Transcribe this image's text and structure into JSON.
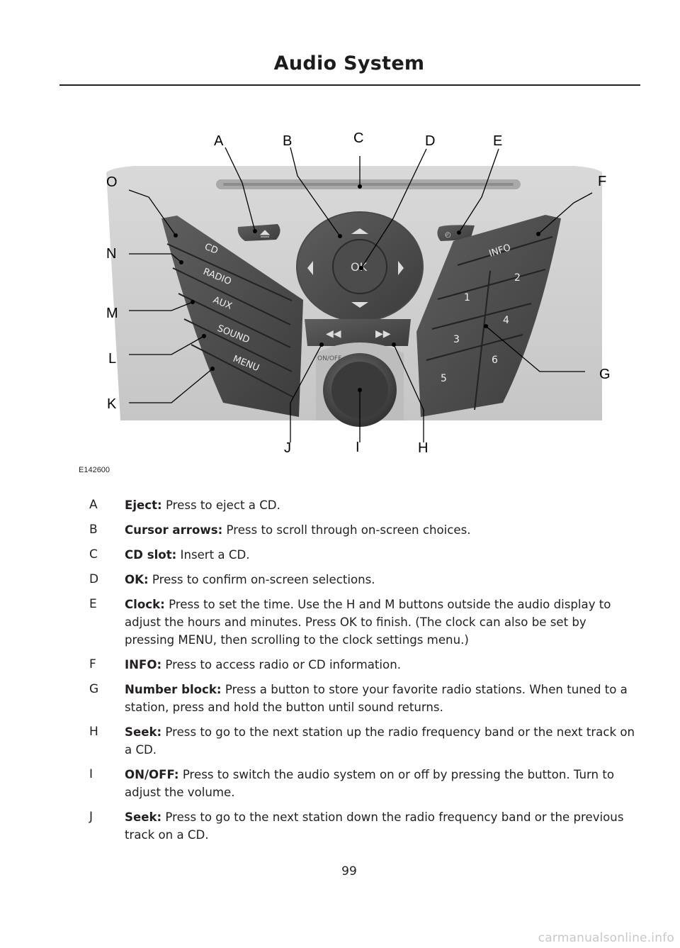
{
  "header": {
    "title": "Audio System"
  },
  "figure": {
    "id": "E142600",
    "callouts": [
      "A",
      "B",
      "C",
      "D",
      "E",
      "F",
      "G",
      "H",
      "I",
      "J",
      "K",
      "L",
      "M",
      "N",
      "O"
    ],
    "buttons": {
      "cd": "CD",
      "radio": "RADIO",
      "aux": "AUX",
      "sound": "SOUND",
      "menu": "MENU",
      "info": "INFO",
      "ok": "OK",
      "onoff": "ON/OFF",
      "presets": [
        "1",
        "2",
        "3",
        "4",
        "5",
        "6"
      ]
    }
  },
  "legend": [
    {
      "letter": "A",
      "term": "Eject:",
      "text": "Press to eject a CD."
    },
    {
      "letter": "B",
      "term": "Cursor arrows:",
      "text": "Press to scroll through on-screen choices."
    },
    {
      "letter": "C",
      "term": "CD slot:",
      "text": "Insert a CD."
    },
    {
      "letter": "D",
      "term": "OK:",
      "text": "Press to confirm on-screen selections."
    },
    {
      "letter": "E",
      "term": "Clock:",
      "text": "Press to set the time. Use the H and M buttons outside the audio display to adjust the hours and minutes. Press OK to finish. (The clock can also be set by pressing MENU, then scrolling to the clock settings menu.)"
    },
    {
      "letter": "F",
      "term": "INFO:",
      "text": "Press to access radio or CD information."
    },
    {
      "letter": "G",
      "term": "Number block:",
      "text": "Press a button to store your favorite radio stations. When tuned to a station, press and hold the button until sound returns."
    },
    {
      "letter": "H",
      "term": "Seek:",
      "text": "Press to go to the next station up the radio frequency band or the next track on a CD."
    },
    {
      "letter": "I",
      "term": "ON/OFF:",
      "text": "Press to switch the audio system on or off by pressing the button. Turn to adjust the volume."
    },
    {
      "letter": "J",
      "term": "Seek:",
      "text": "Press to go to the next station down the radio frequency band or the previous track on a CD."
    }
  ],
  "footer": {
    "page_number": "99",
    "watermark": "carmanualsonline.info"
  }
}
